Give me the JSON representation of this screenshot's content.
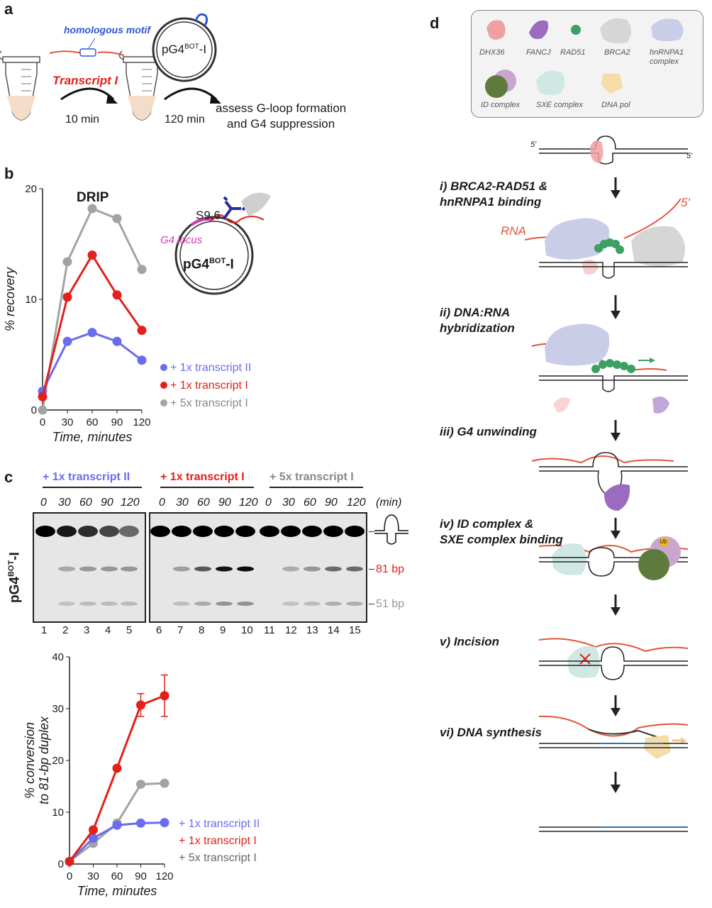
{
  "panels": {
    "a": {
      "letter": "a",
      "homologous_motif": "homologous motif",
      "transcript": "Transcript I",
      "time1": "10 min",
      "plasmid": "pG4",
      "plasmid_sup": "BOT",
      "plasmid_suffix": "-I",
      "time2": "120 min",
      "assess_line1": "assess G-loop formation",
      "assess_line2": "and G4 suppression"
    },
    "b": {
      "letter": "b",
      "title": "DRIP",
      "antibody": "S9.6",
      "locus": "G4 locus",
      "plasmid": "pG4",
      "plasmid_sup": "BOT",
      "plasmid_suffix": "-I",
      "legend": [
        "+ 1x transcript II",
        "+ 1x transcript I",
        "+ 5x transcript I"
      ]
    },
    "c": {
      "letter": "c",
      "group_labels": [
        "+ 1x transcript II",
        "+ 1x transcript I",
        "+ 5x transcript I"
      ],
      "time_labels": [
        "0",
        "30",
        "60",
        "90",
        "120"
      ],
      "min_unit": "(min)",
      "gel_side_label_prefix": "pG4",
      "gel_side_label_sup": "BOT",
      "gel_side_label_suffix": "-I",
      "band_81": "81 bp",
      "band_51": "51 bp",
      "lanes": [
        "1",
        "2",
        "3",
        "4",
        "5",
        "6",
        "7",
        "8",
        "9",
        "10",
        "11",
        "12",
        "13",
        "14",
        "15"
      ],
      "legend": [
        "+ 1x transcript II",
        "+ 1x transcript I",
        "+ 5x transcript I"
      ]
    },
    "d": {
      "letter": "d",
      "proteins": [
        "DHX36",
        "FANCJ",
        "RAD51",
        "BRCA2",
        "hnRNPA1\ncomplex",
        "ID complex",
        "SXE complex",
        "DNA pol"
      ],
      "five_prime": "5'",
      "rna": "RNA",
      "steps": [
        "i) BRCA2-RAD51 &\nhnRNPA1 binding",
        "ii) DNA:RNA\nhybridization",
        "iii) G4 unwinding",
        "iv) ID complex &\nSXE complex binding",
        "v) Incision",
        "vi) DNA synthesis"
      ],
      "ub": "Ub"
    }
  },
  "colors": {
    "transcript_II": "#6a6cf0",
    "transcript_I": "#e3201b",
    "transcript_I_5x": "#a3a3a3",
    "g4_locus": "#d63aae",
    "motif": "#2d55d6",
    "dhx36": "#f08f8f",
    "fancj": "#9a6bbf",
    "rad51": "#3aa160",
    "brca2": "#cfcfcf",
    "hnrnpa1": "#c3c8e4",
    "sxe": "#c6e3df",
    "dna_pol": "#f3d9a6",
    "new_dna": "#2f6fb4"
  },
  "chart_data": [
    {
      "type": "line",
      "title": "DRIP",
      "xlabel": "Time, minutes",
      "ylabel": "% recovery",
      "x": [
        0,
        30,
        60,
        90,
        120
      ],
      "xlim": [
        0,
        120
      ],
      "ylim": [
        0,
        20
      ],
      "yticks": [
        0,
        10,
        20
      ],
      "grid": false,
      "legend_position": "right",
      "series": [
        {
          "name": "+ 1x transcript II",
          "values": [
            1.7,
            6.2,
            7.0,
            6.2,
            4.5
          ]
        },
        {
          "name": "+ 1x transcript I",
          "values": [
            1.2,
            10.2,
            14.0,
            10.4,
            7.2
          ]
        },
        {
          "name": "+ 5x transcript I",
          "values": [
            0,
            13.4,
            18.2,
            17.3,
            12.7
          ]
        }
      ]
    },
    {
      "type": "line",
      "xlabel": "Time, minutes",
      "ylabel": "% conversion\nto 81-bp duplex",
      "x": [
        0,
        30,
        60,
        90,
        120
      ],
      "xlim": [
        0,
        120
      ],
      "ylim": [
        0,
        40
      ],
      "yticks": [
        0,
        10,
        20,
        30,
        40
      ],
      "grid": false,
      "legend_position": "bottom-right",
      "series": [
        {
          "name": "+ 1x transcript II",
          "values": [
            0.5,
            5.0,
            7.5,
            7.9,
            8.0
          ]
        },
        {
          "name": "+ 1x transcript I",
          "values": [
            0.5,
            6.6,
            18.5,
            30.7,
            32.5
          ],
          "error": [
            0,
            0,
            0,
            2.2,
            4.0
          ]
        },
        {
          "name": "+ 5x transcript I",
          "values": [
            0.5,
            4.0,
            7.9,
            15.4,
            15.6
          ]
        }
      ]
    }
  ]
}
